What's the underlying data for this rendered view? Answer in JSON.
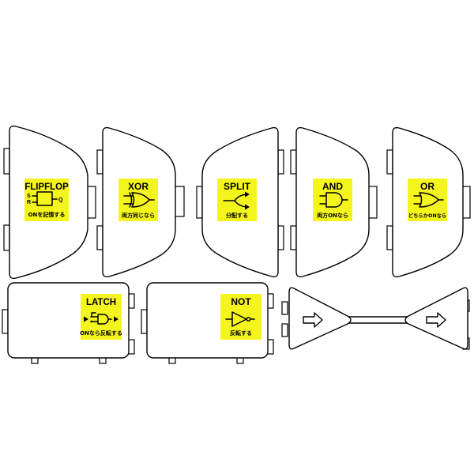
{
  "colors": {
    "label": "#f5f51e",
    "stroke": "#000000",
    "background": "#ffffff"
  },
  "gates": [
    {
      "id": "flipflop",
      "title": "FLIPFLOP",
      "caption": "ONを記憶する",
      "pins": [
        "S",
        "R",
        "Q"
      ],
      "icon": "flipflop-icon"
    },
    {
      "id": "xor",
      "title": "XOR",
      "caption": "両方同じなら",
      "icon": "xor-gate-icon"
    },
    {
      "id": "split",
      "title": "SPLIT",
      "caption": "分配する",
      "icon": "split-arrow-icon"
    },
    {
      "id": "and",
      "title": "AND",
      "caption": "両方ONなら",
      "icon": "and-gate-icon"
    },
    {
      "id": "or",
      "title": "OR",
      "caption": "どちらかONなら",
      "icon": "or-gate-icon"
    },
    {
      "id": "latch",
      "title": "LATCH",
      "caption": "ONなら反転する",
      "icon": "latch-icon"
    },
    {
      "id": "not",
      "title": "NOT",
      "caption": "反転する",
      "icon": "not-gate-icon"
    }
  ],
  "connector": {
    "icon": "right-arrow-icon"
  }
}
